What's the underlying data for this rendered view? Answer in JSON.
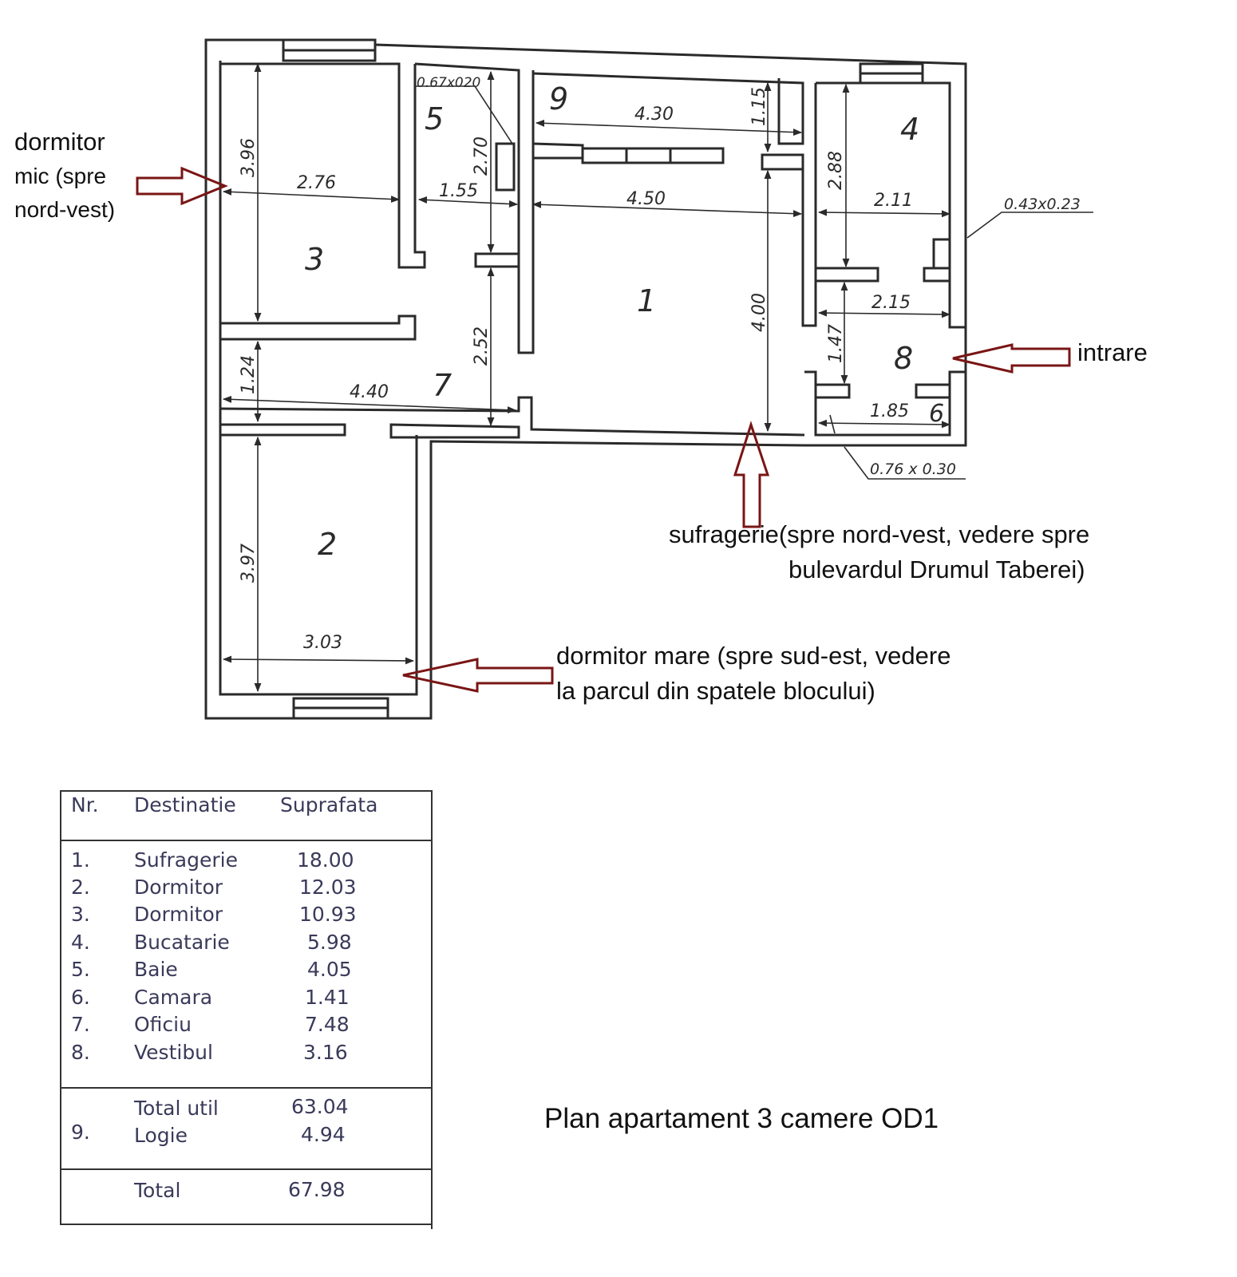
{
  "labels": {
    "dormitor_mic": [
      "dormitor",
      "mic (spre",
      "nord-vest)"
    ],
    "intrare": "intrare",
    "sufragerie": [
      "sufragerie(spre nord-vest, vedere spre",
      "bulevardul Drumul Taberei)"
    ],
    "dormitor_mare": [
      "dormitor mare (spre sud-est, vedere",
      "la parcul din spatele blocului)"
    ],
    "plan_title": "Plan apartament 3 camere OD1"
  },
  "plan": {
    "room_numbers": [
      "1",
      "2",
      "3",
      "4",
      "5",
      "6",
      "7",
      "8",
      "9"
    ],
    "dimensions": [
      "3.96",
      "2.76",
      "1.55",
      "2.70",
      "0.67x020",
      "4.30",
      "1.15",
      "4.50",
      "2.88",
      "2.11",
      "0.43x0.23",
      "2.15",
      "1.47",
      "4.00",
      "2.52",
      "1.24",
      "4.40",
      "1.85",
      "0.76 x 0.30",
      "3.97",
      "3.03"
    ]
  },
  "table": {
    "headers": [
      "Nr.",
      "Destinatie",
      "Suprafata"
    ],
    "rows": [
      {
        "nr": "1.",
        "dest": "Sufragerie",
        "sup": "18.00"
      },
      {
        "nr": "2.",
        "dest": "Dormitor",
        "sup": "12.03"
      },
      {
        "nr": "3.",
        "dest": "Dormitor",
        "sup": "10.93"
      },
      {
        "nr": "4.",
        "dest": "Bucatarie",
        "sup": "5.98"
      },
      {
        "nr": "5.",
        "dest": "Baie",
        "sup": "4.05"
      },
      {
        "nr": "6.",
        "dest": "Camara",
        "sup": "1.41"
      },
      {
        "nr": "7.",
        "dest": "Oficiu",
        "sup": "7.48"
      },
      {
        "nr": "8.",
        "dest": "Vestibul",
        "sup": "3.16"
      }
    ],
    "total_util": {
      "dest": "Total util",
      "sup": "63.04"
    },
    "logie": {
      "nr": "9.",
      "dest": "Logie",
      "sup": "4.94"
    },
    "total": {
      "dest": "Total",
      "sup": "67.98"
    }
  },
  "colors": {
    "arrow": "#7a1515",
    "wall": "#2a2a2a"
  }
}
